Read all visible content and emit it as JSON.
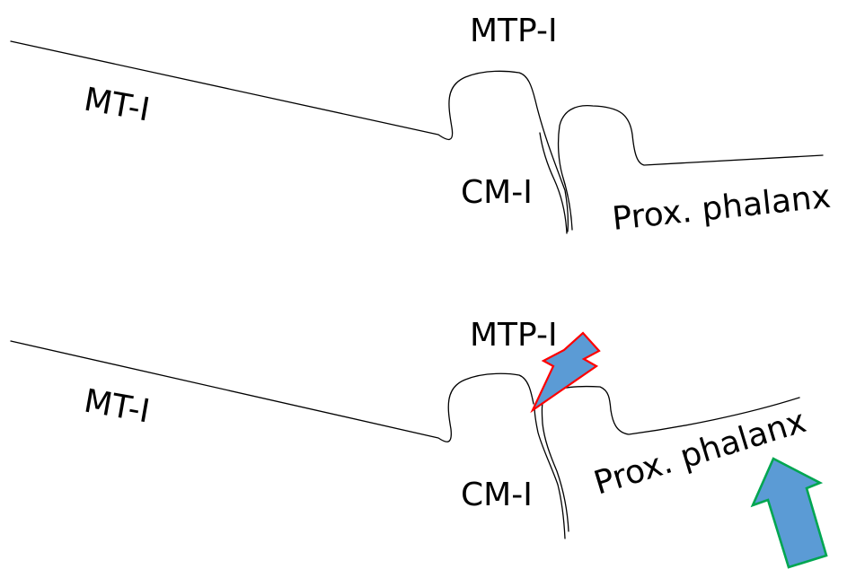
{
  "panels": [
    {
      "labels": {
        "joint": "MTP-I",
        "metatarsal": "MT-I",
        "sesamoid": "CM-I",
        "phalanx": "Prox. phalanx"
      }
    },
    {
      "labels": {
        "joint": "MTP-I",
        "metatarsal": "MT-I",
        "sesamoid": "CM-I",
        "phalanx": "Prox. phalanx"
      },
      "injury_marker": {
        "icon": "lightning-bolt-icon",
        "fill": "#5B9BD5",
        "stroke": "#FF0000"
      },
      "force_arrow": {
        "icon": "arrow-up-icon",
        "fill": "#5B9BD5",
        "stroke": "#00A651"
      }
    }
  ],
  "colors": {
    "line": "#000000",
    "background": "#ffffff"
  }
}
